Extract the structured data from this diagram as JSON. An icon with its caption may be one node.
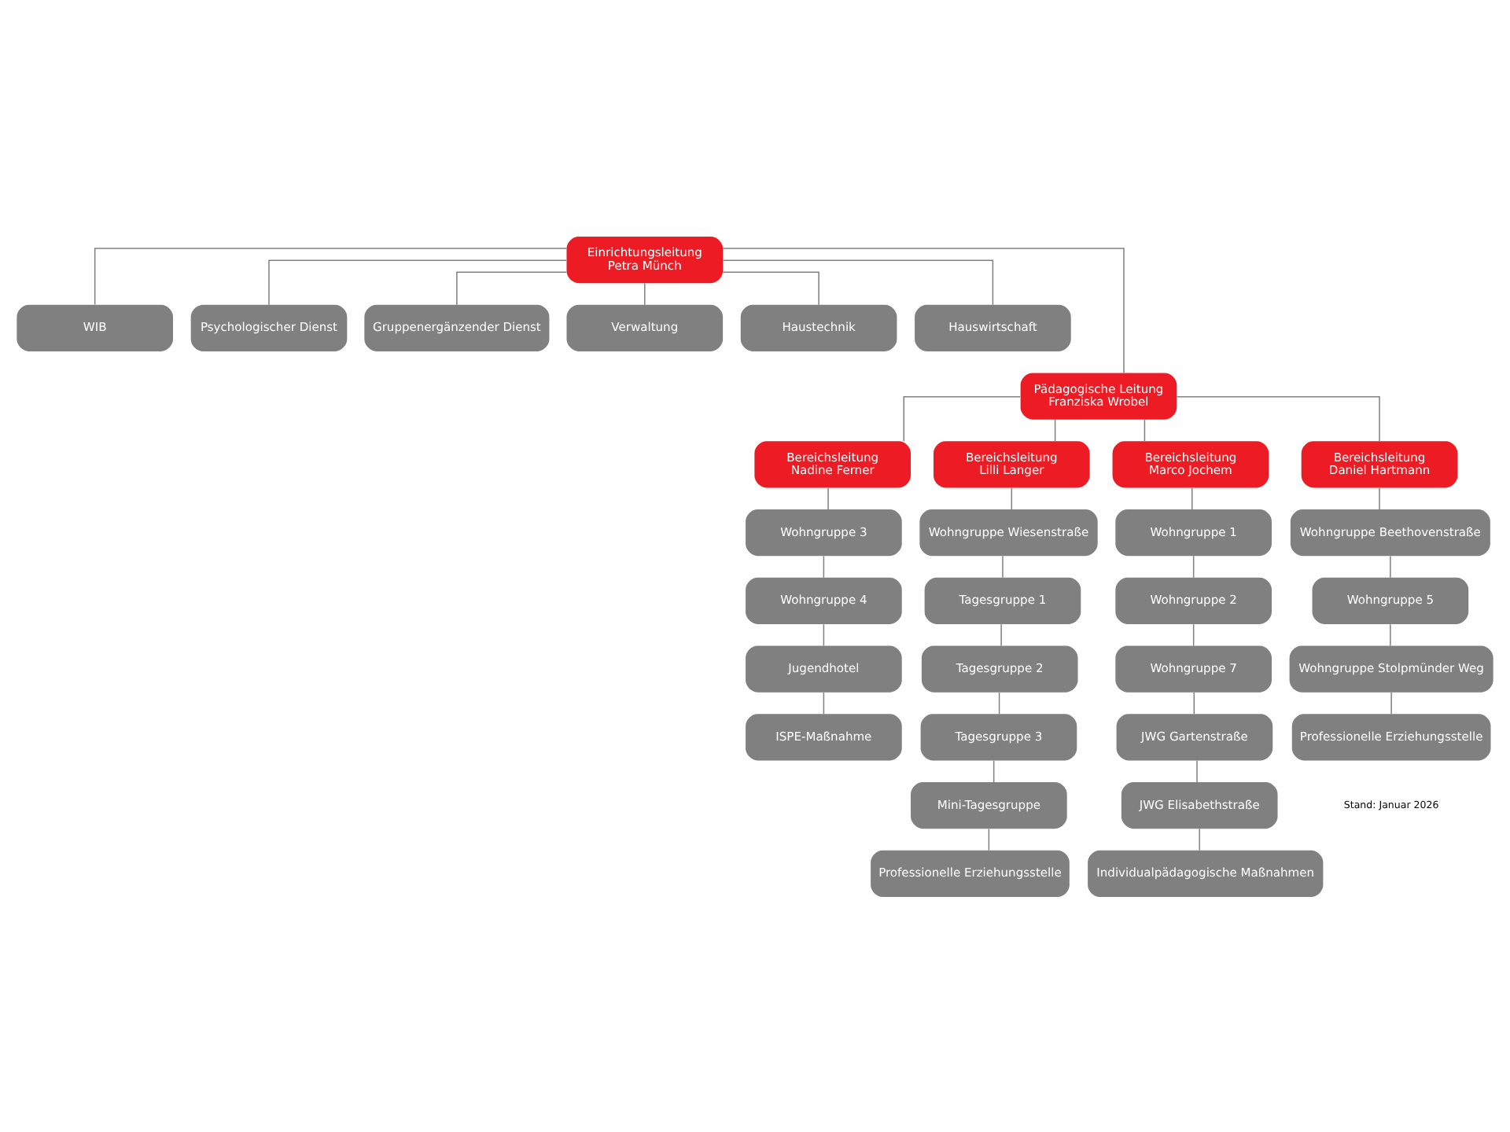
{
  "diagram": {
    "nodes": [
      {
        "text": [
          "Einrichtungsleitung",
          "Petra Münch"
        ]
      },
      {
        "text": [
          "WIB"
        ]
      },
      {
        "text": [
          "Psychologischer Dienst"
        ]
      },
      {
        "text": [
          "Gruppenergänzender Dienst"
        ]
      },
      {
        "text": [
          "Verwaltung"
        ]
      },
      {
        "text": [
          "Haustechnik"
        ]
      },
      {
        "text": [
          "Hauswirtschaft"
        ]
      },
      {
        "text": [
          "Pädagogische Leitung",
          "Franziska Wrobel"
        ]
      },
      {
        "text": [
          "Bereichsleitung",
          "Nadine Ferner"
        ]
      },
      {
        "text": [
          "Bereichsleitung",
          "Lilli Langer"
        ]
      },
      {
        "text": [
          "Bereichsleitung",
          "Marco Jochem"
        ]
      },
      {
        "text": [
          "Bereichsleitung",
          "Daniel Hartmann"
        ]
      },
      {
        "text": [
          "Wohngruppe 3"
        ]
      },
      {
        "text": [
          "Wohngruppe 4"
        ]
      },
      {
        "text": [
          "Jugendhotel"
        ]
      },
      {
        "text": [
          "ISPE-Maßnahme"
        ]
      },
      {
        "text": [
          "Wohngruppe Wiesenstraße"
        ]
      },
      {
        "text": [
          "Tagesgruppe 1"
        ]
      },
      {
        "text": [
          "Tagesgruppe 2"
        ]
      },
      {
        "text": [
          "Tagesgruppe 3"
        ]
      },
      {
        "text": [
          "Mini-Tagesgruppe"
        ]
      },
      {
        "text": [
          "Professionelle Erziehungsstelle"
        ]
      },
      {
        "text": [
          "Wohngruppe 1"
        ]
      },
      {
        "text": [
          "Wohngruppe 2"
        ]
      },
      {
        "text": [
          "Wohngruppe 7"
        ]
      },
      {
        "text": [
          "JWG Gartenstraße"
        ]
      },
      {
        "text": [
          "JWG Elisabethstraße"
        ]
      },
      {
        "text": [
          "Individualpädagogische Maßnahmen"
        ]
      },
      {
        "text": [
          "Wohngruppe Beethovenstraße"
        ]
      },
      {
        "text": [
          "Wohngruppe 5"
        ]
      },
      {
        "text": [
          "Wohngruppe Stolpmünder Weg"
        ]
      },
      {
        "text": [
          "Professionelle Erziehungsstelle"
        ]
      }
    ],
    "edges": [
      {
        "from": 0,
        "to": 1,
        "arrow": "none"
      },
      {
        "from": 0,
        "to": 2,
        "arrow": "none"
      },
      {
        "from": 0,
        "to": 3,
        "arrow": "none"
      },
      {
        "from": 0,
        "to": 4,
        "arrow": "none"
      },
      {
        "from": 0,
        "to": 5,
        "arrow": "none"
      },
      {
        "from": 0,
        "to": 6,
        "arrow": "none"
      },
      {
        "from": 0,
        "to": 7,
        "arrow": "none"
      },
      {
        "from": 7,
        "to": 8,
        "arrow": "none"
      },
      {
        "from": 7,
        "to": 9,
        "arrow": "none"
      },
      {
        "from": 7,
        "to": 10,
        "arrow": "none"
      },
      {
        "from": 7,
        "to": 11,
        "arrow": "none"
      },
      {
        "from": 8,
        "to": 12,
        "arrow": "none"
      },
      {
        "from": 12,
        "to": 13,
        "arrow": "none"
      },
      {
        "from": 13,
        "to": 14,
        "arrow": "none"
      },
      {
        "from": 14,
        "to": 15,
        "arrow": "none"
      },
      {
        "from": 9,
        "to": 16,
        "arrow": "none"
      },
      {
        "from": 16,
        "to": 17,
        "arrow": "none"
      },
      {
        "from": 17,
        "to": 18,
        "arrow": "none"
      },
      {
        "from": 18,
        "to": 19,
        "arrow": "none"
      },
      {
        "from": 19,
        "to": 20,
        "arrow": "none"
      },
      {
        "from": 20,
        "to": 21,
        "arrow": "none"
      },
      {
        "from": 10,
        "to": 22,
        "arrow": "none"
      },
      {
        "from": 22,
        "to": 23,
        "arrow": "none"
      },
      {
        "from": 23,
        "to": 24,
        "arrow": "none"
      },
      {
        "from": 24,
        "to": 25,
        "arrow": "none"
      },
      {
        "from": 25,
        "to": 26,
        "arrow": "none"
      },
      {
        "from": 26,
        "to": 27,
        "arrow": "none"
      },
      {
        "from": 11,
        "to": 28,
        "arrow": "none"
      },
      {
        "from": 28,
        "to": 29,
        "arrow": "none"
      },
      {
        "from": 29,
        "to": 30,
        "arrow": "none"
      },
      {
        "from": 30,
        "to": 31,
        "arrow": "none"
      }
    ],
    "labels": [
      "Stand: Januar 2026"
    ]
  }
}
